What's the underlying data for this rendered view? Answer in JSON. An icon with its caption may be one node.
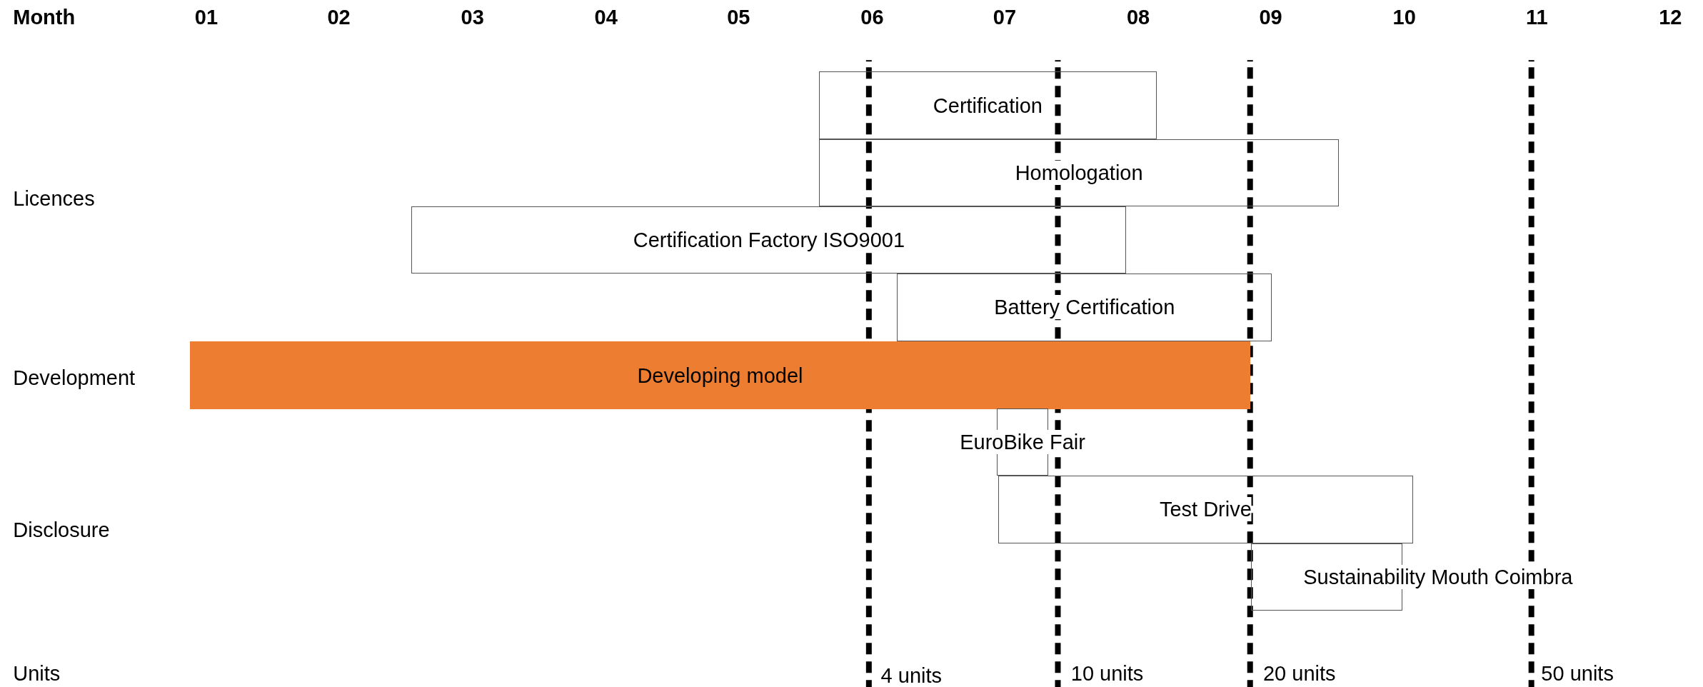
{
  "diagram": {
    "nodes": [
      {
        "text": [
          "Certification"
        ]
      },
      {
        "text": [
          "Homologation"
        ]
      },
      {
        "text": [
          "Certification Factory ISO9001"
        ]
      },
      {
        "text": [
          "Battery Certification"
        ]
      },
      {
        "text": [
          "Developing model"
        ]
      },
      {
        "text": [
          "EuroBike Fair"
        ]
      },
      {
        "text": [
          "Test Drive"
        ]
      },
      {
        "text": [
          "Sustainability Mouth Coimbra"
        ]
      }
    ],
    "edges": [],
    "labels": [
      "Month",
      "01",
      "02",
      "03",
      "04",
      "05",
      "06",
      "07",
      "08",
      "09",
      "10",
      "11",
      "12",
      "Licences",
      "Development",
      "Disclosure",
      "Units",
      "4 units",
      "10 units",
      "20 units",
      "50 units"
    ]
  }
}
